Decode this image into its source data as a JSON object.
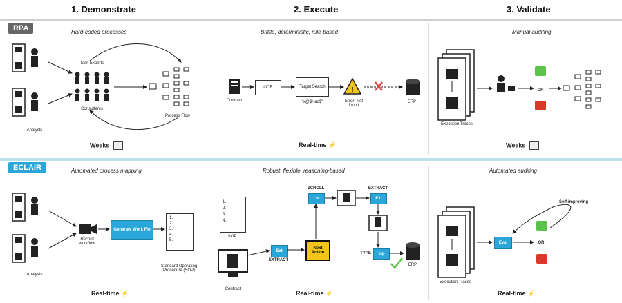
{
  "columns": [
    "1. Demonstrate",
    "2. Execute",
    "3. Validate"
  ],
  "rpa": {
    "tag": "RPA",
    "demonstrate": {
      "subtitle": "Hard-coded processes",
      "task_experts": "Task Experts",
      "consultants": "Consultants",
      "analysts": "Analysts",
      "process_flow": "Process Flow",
      "footer": "Weeks"
    },
    "execute": {
      "subtitle": "Brittle, deterministic, rule-based",
      "contract": "Contract",
      "ocr": "OCR",
      "target_search": "Target Search",
      "search_value": "\"x@$r-ad$\"",
      "error": "Error! Not found",
      "erp": "ERP",
      "footer": "Real-time"
    },
    "validate": {
      "subtitle": "Manual auditing",
      "traces": "Execution Traces",
      "or": "OR",
      "footer": "Weeks"
    }
  },
  "eclair": {
    "tag": "ECLAIR",
    "demonstrate": {
      "subtitle": "Automated process mapping",
      "record": "Record workflow",
      "generate": "Generate Work Flo",
      "sop_title": "Standard Operating Procedure (SOP)",
      "sop_lines": [
        "1.",
        "2.",
        "3.",
        "4.",
        "5."
      ],
      "analysts": "Analysts",
      "footer": "Real-time"
    },
    "execute": {
      "subtitle": "Robust, flexible, reasoning-based",
      "sop": "SOP",
      "sop_lines": [
        "1.",
        "2.",
        "3.",
        "4."
      ],
      "contract": "Contract",
      "extract_btn": "Ext",
      "extract_label": "EXTRACT",
      "next_action": "Next Action",
      "scroll_label": "SCROLL",
      "scroll_btn": "Lbl",
      "extract2_label": "EXTRACT",
      "extract2_btn": "Ext",
      "type_label": "TYPE",
      "type_btn": "Inp",
      "erp": "ERP",
      "footer": "Real-time"
    },
    "validate": {
      "subtitle": "Automated auditing",
      "self_improving": "Self-improving",
      "model_btn": "Eval",
      "or": "OR",
      "traces": "Execution Traces",
      "footer": "Real-time"
    }
  },
  "colors": {
    "accent_blue": "#2aa7d8",
    "accent_yellow": "#f3c518",
    "thumb_up": "#5cc34a",
    "thumb_down": "#d93a2b",
    "error_x": "#e0454a"
  }
}
